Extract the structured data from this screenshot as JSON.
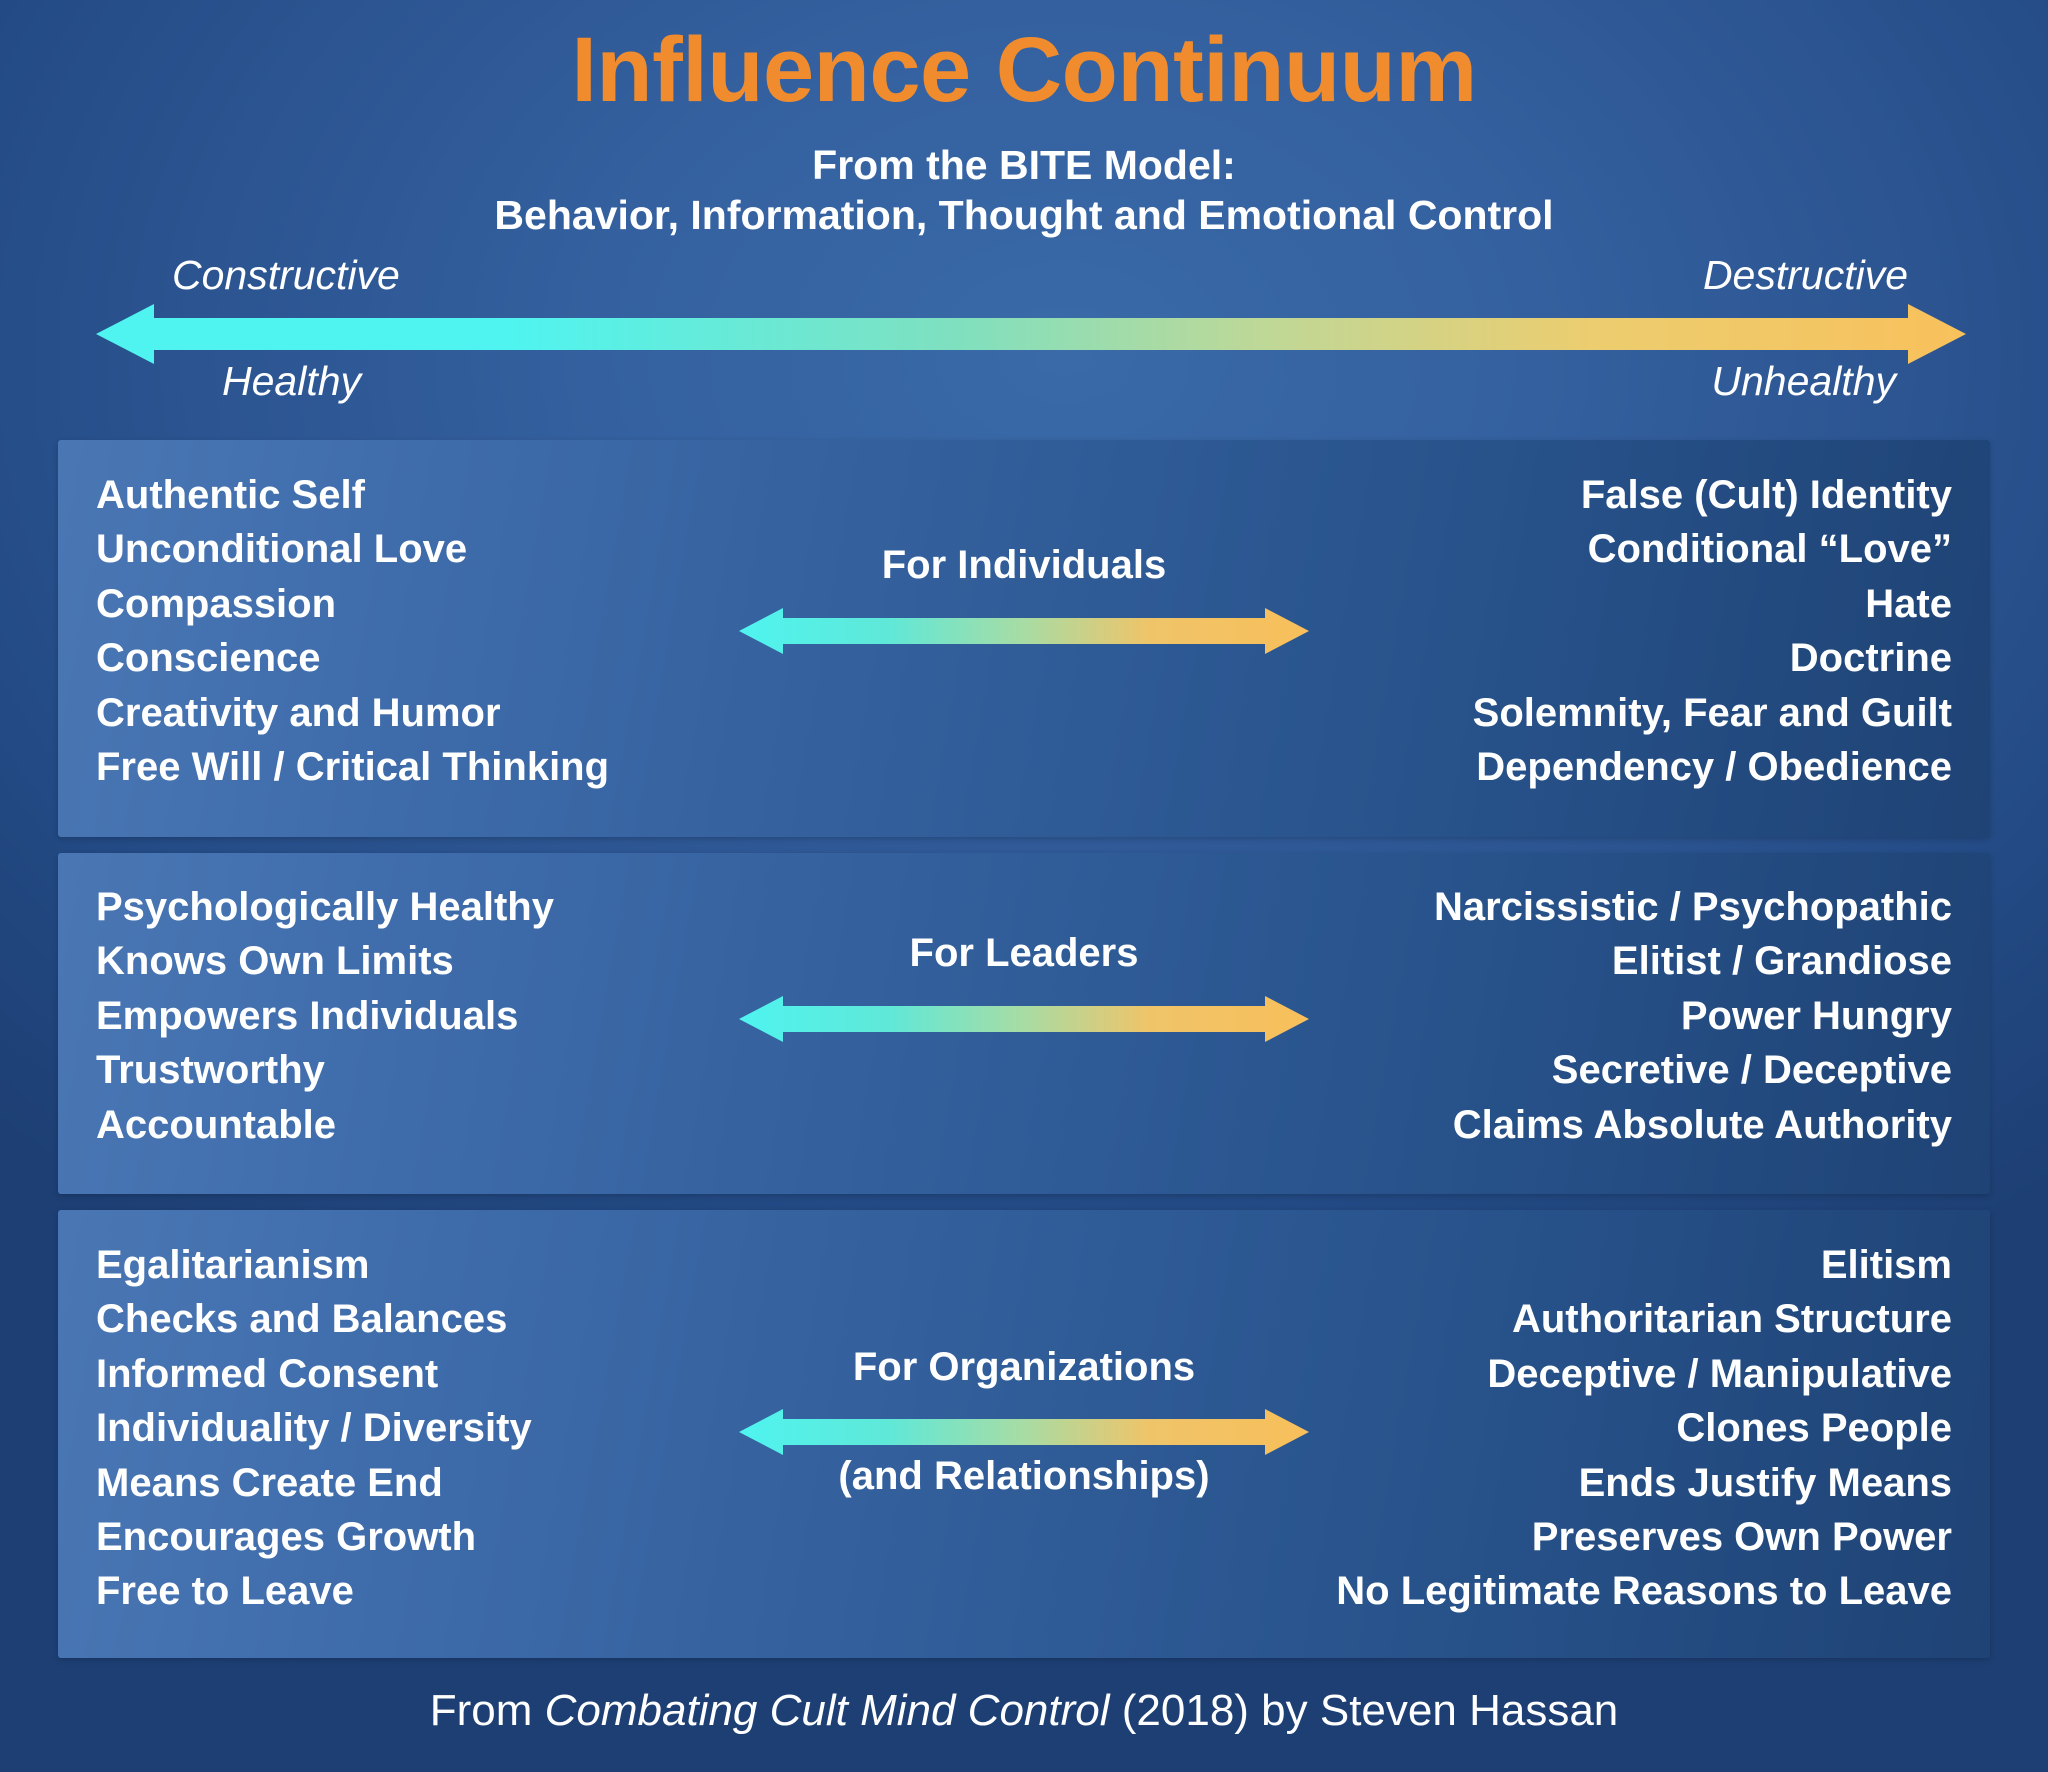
{
  "header": {
    "title": "Influence Continuum",
    "subtitle_line1": "From the BITE Model:",
    "subtitle_line2": "Behavior, Information, Thought and Emotional Control",
    "title_color": "#f08c2e"
  },
  "continuum": {
    "left_top": "Constructive",
    "left_bottom": "Healthy",
    "right_top": "Destructive",
    "right_bottom": "Unhealthy",
    "gradient_start_color": "#4ff4f0",
    "gradient_end_color": "#f5bf5f"
  },
  "sections": [
    {
      "id": "individuals",
      "center_label": "For Individuals",
      "center_sublabel": "",
      "left_items": [
        "Authentic Self",
        "Unconditional Love",
        "Compassion",
        "Conscience",
        "Creativity and Humor",
        "Free Will / Critical Thinking"
      ],
      "right_items": [
        "False (Cult) Identity",
        "Conditional “Love”",
        "Hate",
        "Doctrine",
        "Solemnity, Fear and Guilt",
        "Dependency / Obedience"
      ]
    },
    {
      "id": "leaders",
      "center_label": "For Leaders",
      "center_sublabel": "",
      "left_items": [
        "Psychologically Healthy",
        "Knows Own Limits",
        "Empowers Individuals",
        "Trustworthy",
        "Accountable"
      ],
      "right_items": [
        "Narcissistic / Psychopathic",
        "Elitist / Grandiose",
        "Power Hungry",
        "Secretive / Deceptive",
        "Claims Absolute Authority"
      ]
    },
    {
      "id": "organizations",
      "center_label": "For Organizations",
      "center_sublabel": "(and Relationships)",
      "left_items": [
        "Egalitarianism",
        "Checks and Balances",
        "Informed Consent",
        "Individuality / Diversity",
        "Means Create End",
        "Encourages Growth",
        "Free to Leave"
      ],
      "right_items": [
        "Elitism",
        "Authoritarian Structure",
        "Deceptive / Manipulative",
        "Clones People",
        "Ends Justify Means",
        "Preserves Own Power",
        "No Legitimate Reasons to Leave"
      ]
    }
  ],
  "footer": {
    "prefix": "From ",
    "book_title": "Combating Cult Mind Control",
    "suffix": " (2018) by Steven Hassan"
  }
}
